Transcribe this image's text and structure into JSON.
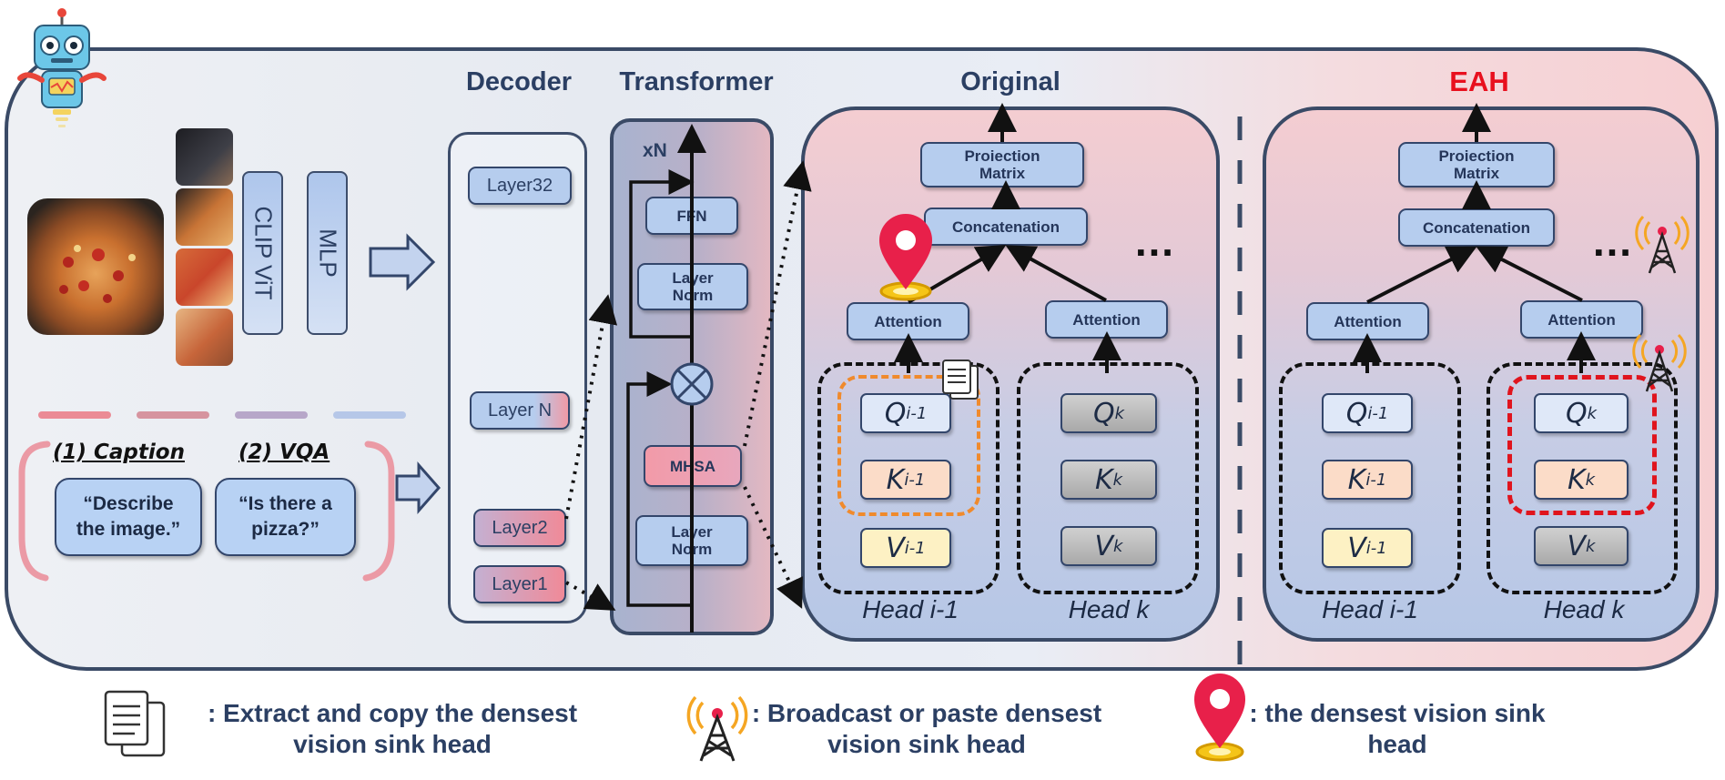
{
  "sections": {
    "decoder": "Decoder",
    "transformer": "Transformer",
    "original": "Original",
    "eah": "EAH"
  },
  "vision": {
    "clip": "CLIP ViT",
    "mlp": "MLP"
  },
  "tasks": {
    "caption_label": "(1) Caption",
    "vqa_label": "(2) VQA",
    "caption_prompt": "“Describe the image.”",
    "vqa_prompt": "“Is there a pizza?”"
  },
  "decoder_layers": {
    "layer32": "Layer32",
    "layern": "Layer N",
    "layer2": "Layer2",
    "layer1": "Layer1"
  },
  "transformer": {
    "repeat": "xN",
    "ffn": "FFN",
    "norm_top": "Layer Norm",
    "mhsa": "MHSA",
    "norm_bottom": "Layer Norm"
  },
  "original": {
    "projection": "Proiection Matrix",
    "concat": "Concatenation",
    "attention_left": "Attention",
    "attention_right": "Attention",
    "ellipsis": "…",
    "head_left": "Head i-1",
    "head_right": "Head k"
  },
  "eah": {
    "projection": "Proiection Matrix",
    "concat": "Concatenation",
    "attention_left": "Attention",
    "attention_right": "Attention",
    "ellipsis": "…",
    "head_left": "Head i-1",
    "head_right": "Head k"
  },
  "qkv": {
    "q_left": "Q",
    "q_left_sub": "i-1",
    "k_left": "K",
    "k_left_sub": "i-1",
    "v_left": "V",
    "v_left_sub": "i-1",
    "q_right": "Q",
    "q_right_sub": "k",
    "k_right": "K",
    "k_right_sub": "k",
    "v_right": "V",
    "v_right_sub": "k"
  },
  "legend": {
    "copy": ": Extract and copy the densest vision sink head",
    "broadcast": ": Broadcast or paste densest vision sink head",
    "pin": ": the densest vision sink head"
  },
  "colors": {
    "eah_title": "#e8101e",
    "title": "#2b3f63",
    "box_blue": "#b6cdee",
    "q_fill": "#dfe8f8",
    "k_fill": "#fbdcc8",
    "v_fill": "#fdf1c4",
    "gray_fill": "#b9b9b9",
    "orange_dash": "#f08a2c",
    "red_dash": "#e0141d",
    "pin_red": "#e8204a"
  },
  "icons": [
    "robot-icon",
    "pizza-image",
    "document-copy-icon",
    "broadcast-tower-icon",
    "location-pin-icon"
  ]
}
